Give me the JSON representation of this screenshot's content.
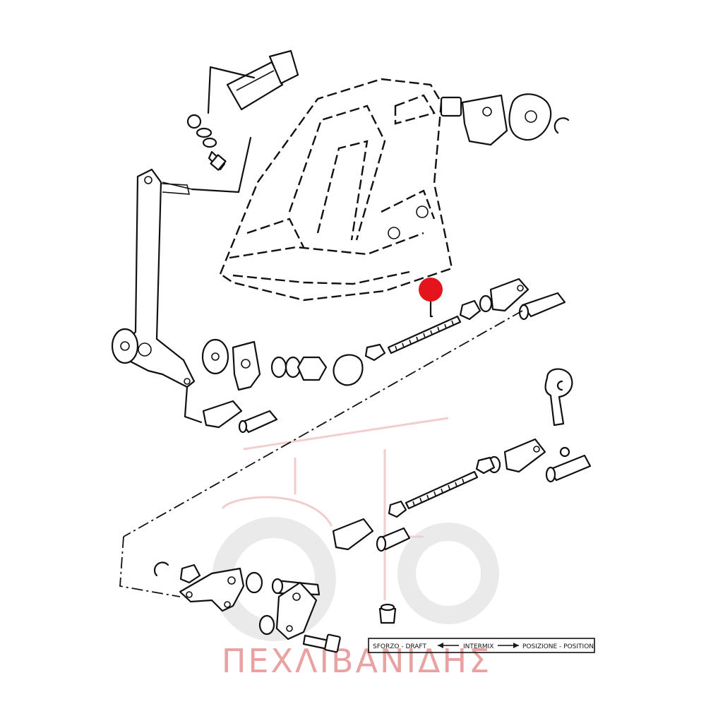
{
  "diagram": {
    "watermark": {
      "brand_text": "ΠΕΧΛΙΒΑΝΙΔΗΣ",
      "brand_color": "#e48a8a"
    },
    "scale_plate": {
      "left_label": "SFORZO - DRAFT",
      "middle_label": "INTERMIX",
      "right_label": "POSIZIONE - POSITION"
    },
    "highlight_marker": {
      "color": "#e3141b",
      "target": "threaded rod"
    }
  }
}
